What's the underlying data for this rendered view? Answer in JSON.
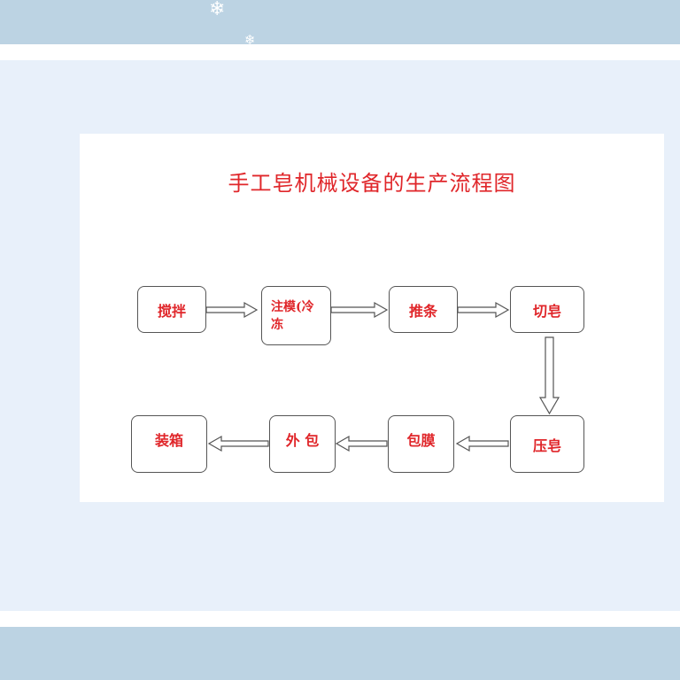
{
  "diagram": {
    "title": "手工皂机械设备的生产流程图",
    "steps": {
      "mix": "搅拌",
      "mold": "注模(冷冻",
      "push": "推条",
      "cut": "切皂",
      "press": "压皂",
      "film": "包膜",
      "outer": "外 包",
      "box": "装箱"
    }
  },
  "colors": {
    "text_red": "#e0262a",
    "band": "#bcd3e3",
    "slide_bg": "#e8f0fa"
  },
  "icons": [
    "snowflake-icon",
    "snowflake-icon"
  ]
}
